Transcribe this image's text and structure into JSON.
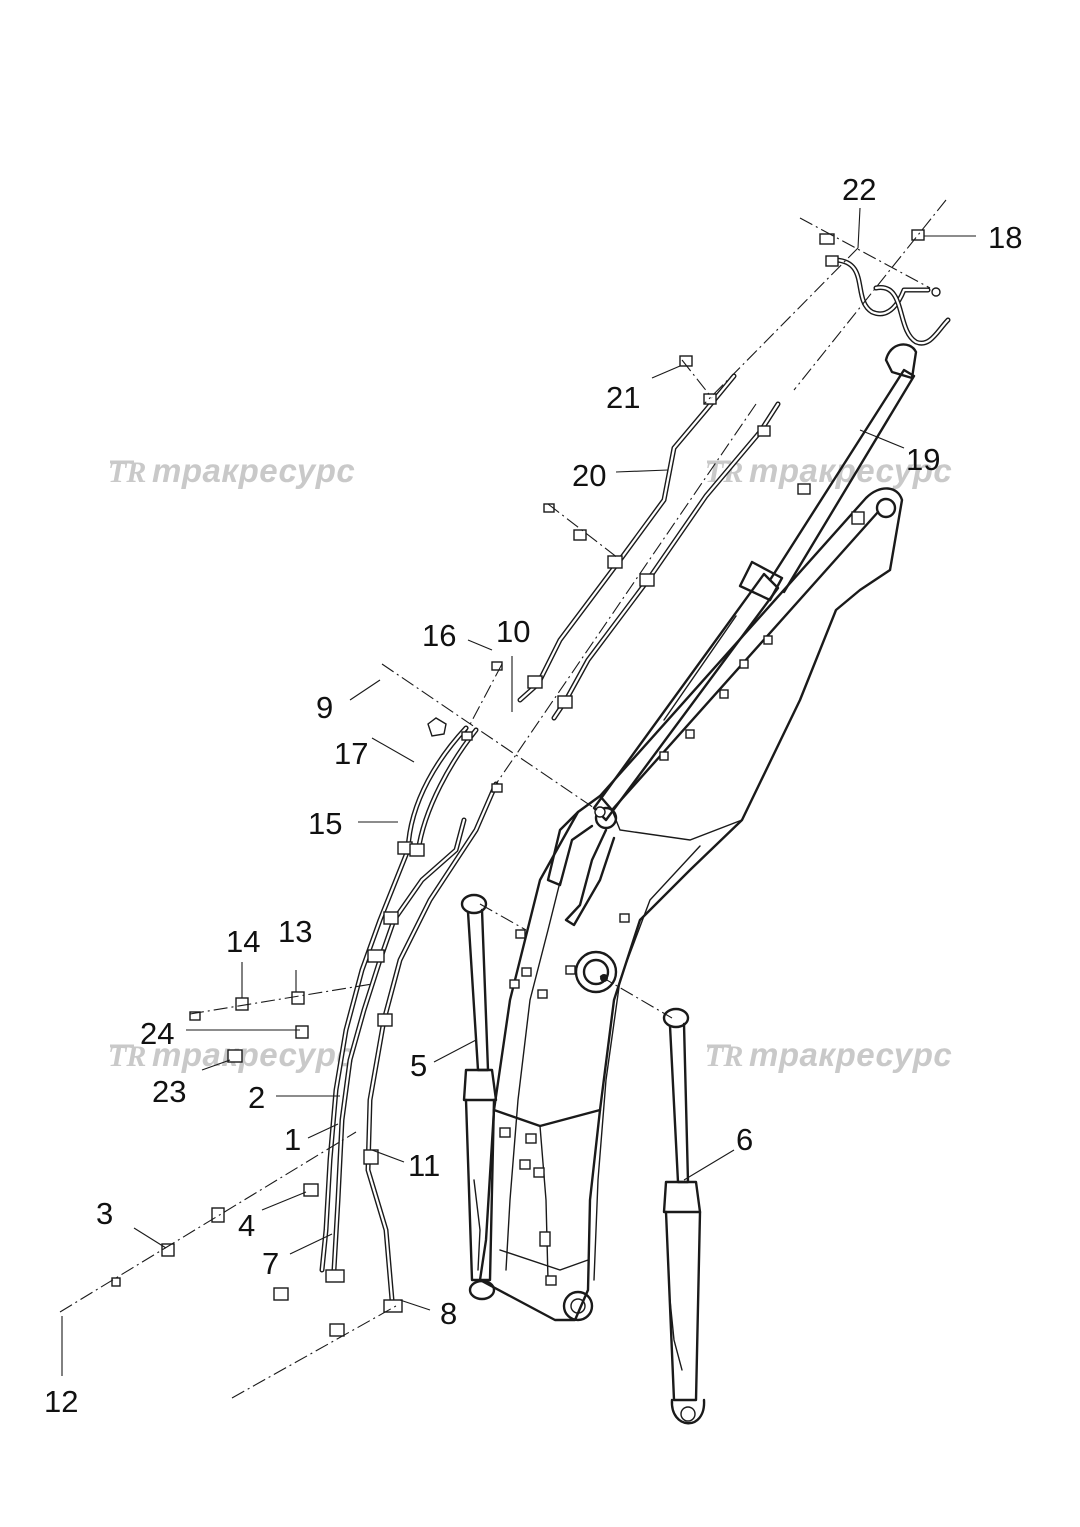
{
  "watermark": {
    "brand": "трaкресурс",
    "logo_mark": "TR"
  },
  "callouts": [
    "1",
    "2",
    "3",
    "4",
    "5",
    "6",
    "7",
    "8",
    "9",
    "10",
    "11",
    "12",
    "13",
    "14",
    "15",
    "16",
    "17",
    "18",
    "19",
    "20",
    "21",
    "22",
    "23",
    "24"
  ]
}
